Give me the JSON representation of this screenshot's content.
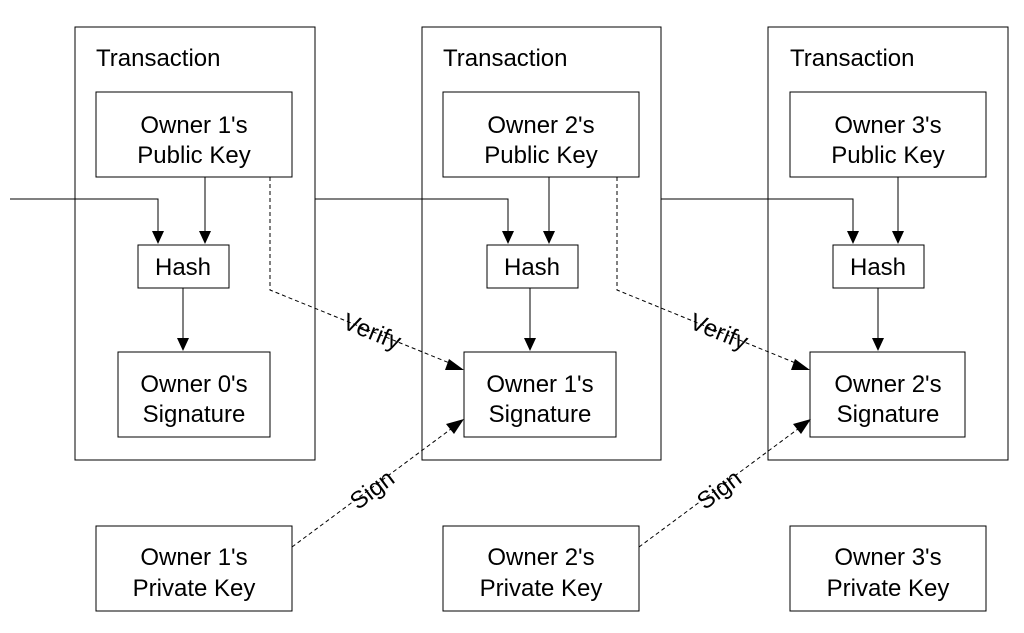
{
  "transactions": [
    {
      "title": "Transaction",
      "public_key": [
        "Owner 1's",
        "Public Key"
      ],
      "hash": "Hash",
      "signature": [
        "Owner 0's",
        "Signature"
      ]
    },
    {
      "title": "Transaction",
      "public_key": [
        "Owner 2's",
        "Public Key"
      ],
      "hash": "Hash",
      "signature": [
        "Owner 1's",
        "Signature"
      ]
    },
    {
      "title": "Transaction",
      "public_key": [
        "Owner 3's",
        "Public Key"
      ],
      "hash": "Hash",
      "signature": [
        "Owner 2's",
        "Signature"
      ]
    }
  ],
  "private_keys": [
    [
      "Owner 1's",
      "Private Key"
    ],
    [
      "Owner 2's",
      "Private Key"
    ],
    [
      "Owner 3's",
      "Private Key"
    ]
  ],
  "links": {
    "verify": [
      "Verify",
      "Verify"
    ],
    "sign": [
      "Sign",
      "Sign"
    ]
  }
}
